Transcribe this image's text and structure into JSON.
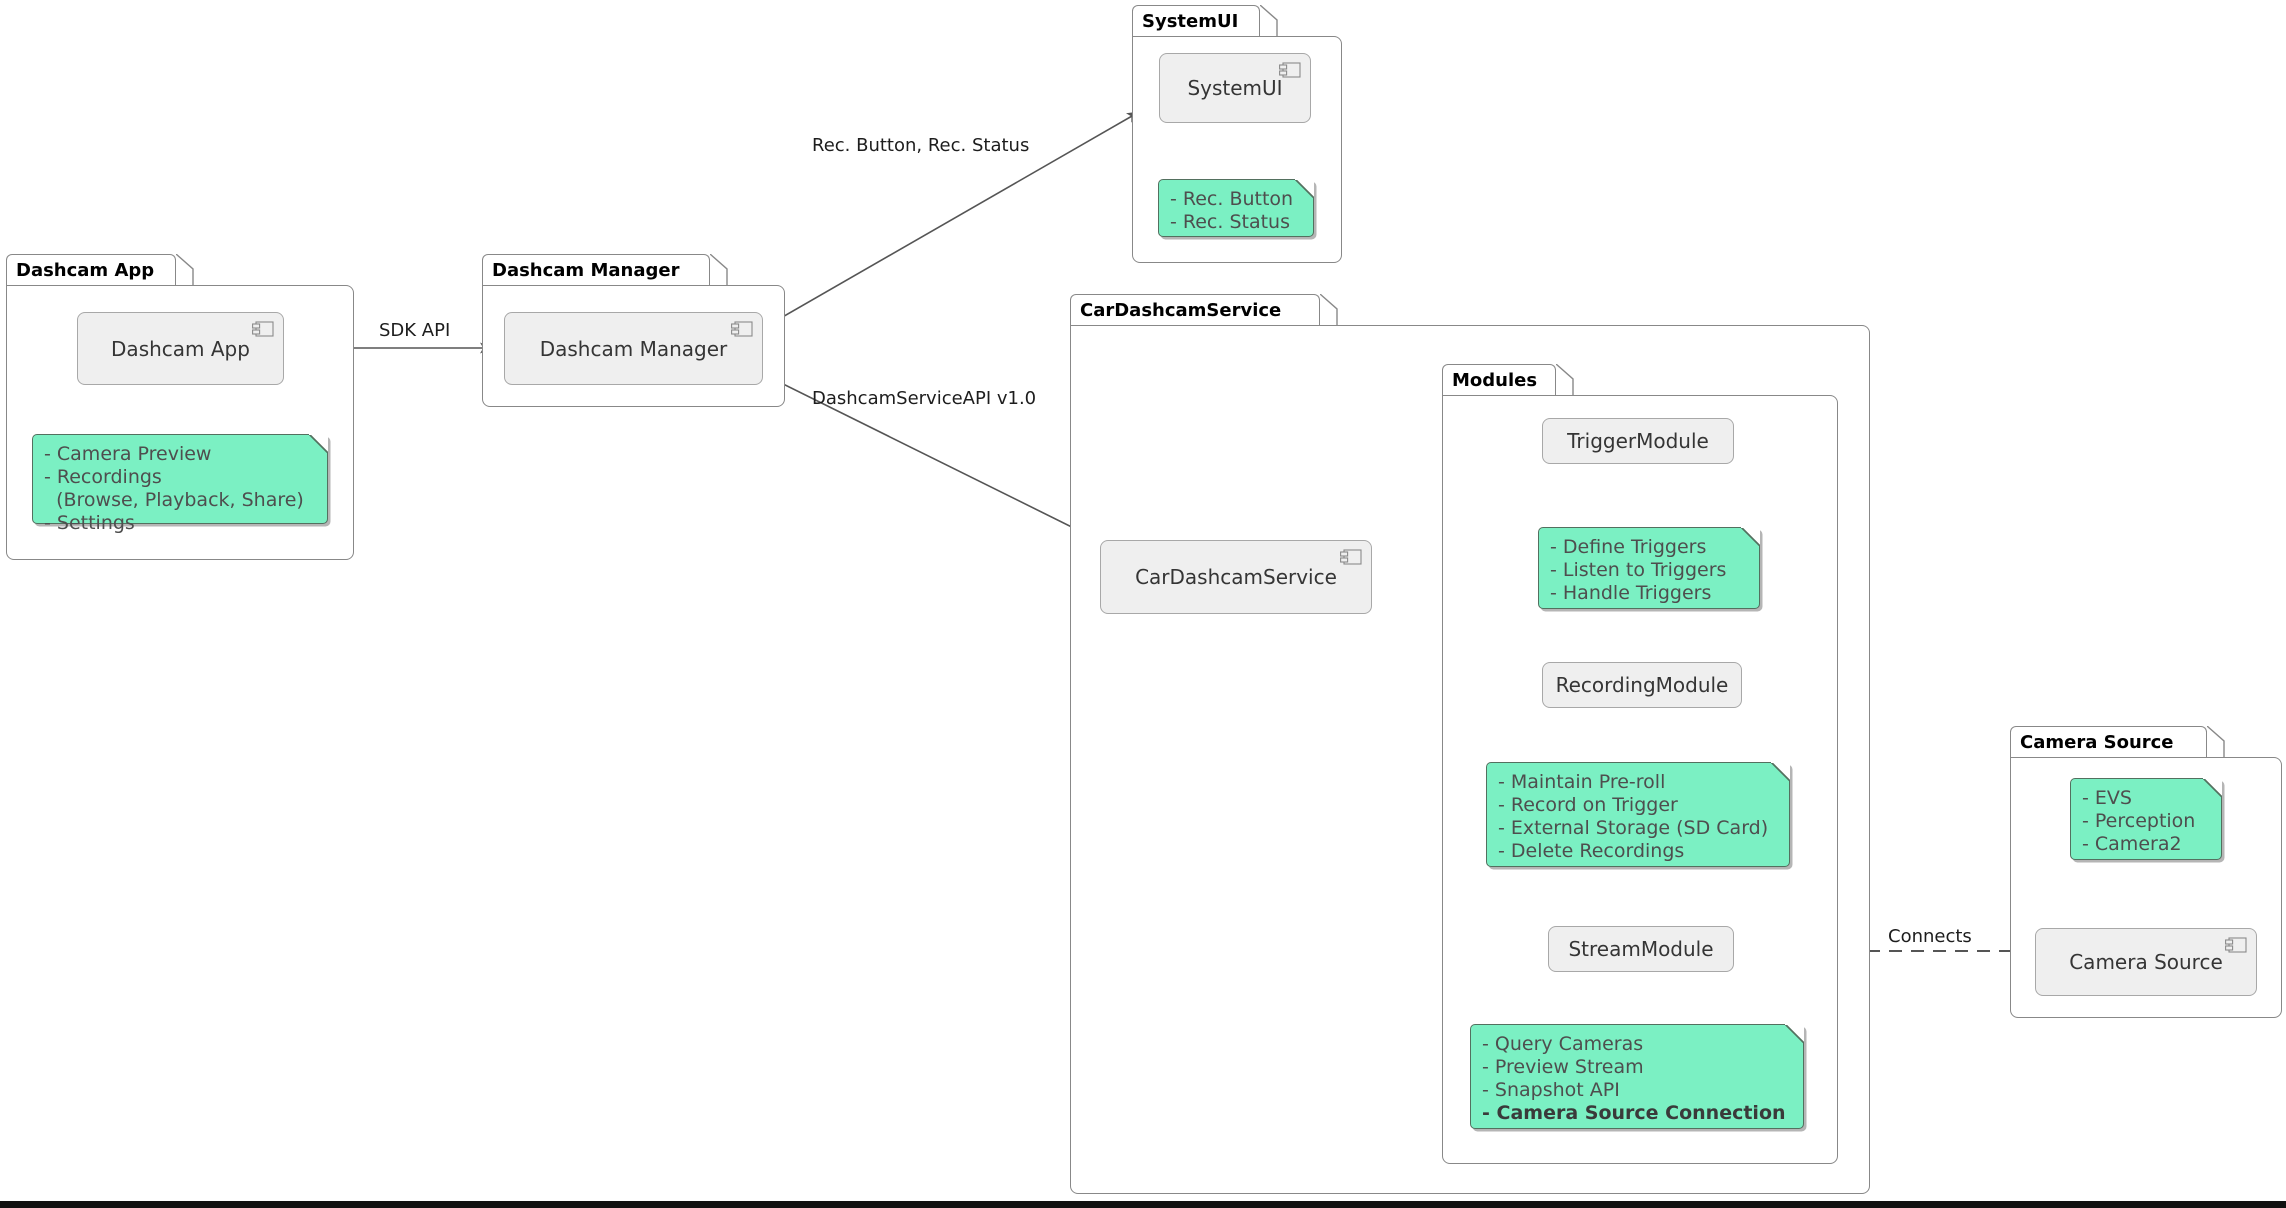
{
  "diagram": {
    "type": "uml-component-diagram",
    "title": "Dashcam Architecture",
    "colors": {
      "note_fill": "#7BF0C3",
      "note_border": "#53705f",
      "component_fill": "#efefef",
      "component_border": "#a8a8a8",
      "package_border": "#888888",
      "edge": "#555555",
      "text": "#353535"
    }
  },
  "packages": [
    {
      "id": "dashcam-app",
      "label": "Dashcam App"
    },
    {
      "id": "dashcam-manager",
      "label": "Dashcam Manager"
    },
    {
      "id": "systemui",
      "label": "SystemUI"
    },
    {
      "id": "cardashcamservice",
      "label": "CarDashcamService"
    },
    {
      "id": "modules",
      "label": "Modules"
    },
    {
      "id": "camera-source",
      "label": "Camera Source"
    }
  ],
  "components": [
    {
      "id": "dashcam-app",
      "label": "Dashcam App",
      "icon": "component-icon"
    },
    {
      "id": "dashcam-manager",
      "label": "Dashcam Manager",
      "icon": "component-icon"
    },
    {
      "id": "systemui",
      "label": "SystemUI",
      "icon": "component-icon"
    },
    {
      "id": "cardashcamservice",
      "label": "CarDashcamService",
      "icon": "component-icon"
    },
    {
      "id": "triggermodule",
      "label": "TriggerModule",
      "icon": "none"
    },
    {
      "id": "recordingmodule",
      "label": "RecordingModule",
      "icon": "none"
    },
    {
      "id": "streammodule",
      "label": "StreamModule",
      "icon": "none"
    },
    {
      "id": "camera-source",
      "label": "Camera Source",
      "icon": "component-icon"
    }
  ],
  "notes": [
    {
      "id": "note-dashcam-app",
      "attached_to": "dashcam-app",
      "lines": [
        {
          "text": "- Camera Preview",
          "bold": false
        },
        {
          "text": "- Recordings",
          "bold": false
        },
        {
          "text": "  (Browse, Playback, Share)",
          "bold": false
        },
        {
          "text": "- Settings",
          "bold": false
        }
      ]
    },
    {
      "id": "note-systemui",
      "attached_to": "systemui",
      "lines": [
        {
          "text": "- Rec. Button",
          "bold": false
        },
        {
          "text": "- Rec. Status",
          "bold": false
        }
      ]
    },
    {
      "id": "note-triggermodule",
      "attached_to": "triggermodule",
      "lines": [
        {
          "text": "- Define Triggers",
          "bold": false
        },
        {
          "text": "- Listen to Triggers",
          "bold": false
        },
        {
          "text": "- Handle Triggers",
          "bold": false
        }
      ]
    },
    {
      "id": "note-recordingmodule",
      "attached_to": "recordingmodule",
      "lines": [
        {
          "text": "- Maintain Pre-roll",
          "bold": false
        },
        {
          "text": "- Record on Trigger",
          "bold": false
        },
        {
          "text": "- External Storage (SD Card)",
          "bold": false
        },
        {
          "text": "- Delete Recordings",
          "bold": false
        }
      ]
    },
    {
      "id": "note-streammodule",
      "attached_to": "streammodule",
      "lines": [
        {
          "text": "- Query Cameras",
          "bold": false
        },
        {
          "text": "- Preview Stream",
          "bold": false
        },
        {
          "text": "- Snapshot API",
          "bold": false
        },
        {
          "text": "- Camera Source Connection",
          "bold": true
        }
      ]
    },
    {
      "id": "note-camera-source",
      "attached_to": "camera-source",
      "lines": [
        {
          "text": "- EVS",
          "bold": false
        },
        {
          "text": "- Perception",
          "bold": false
        },
        {
          "text": "- Camera2",
          "bold": false
        }
      ]
    }
  ],
  "edges": [
    {
      "id": "edge-sdk-api",
      "from": "dashcam-app",
      "to": "dashcam-manager",
      "label": "SDK API",
      "style": "solid-arrow"
    },
    {
      "id": "edge-rec",
      "from": "dashcam-manager",
      "to": "systemui",
      "label": "Rec. Button, Rec. Status",
      "style": "solid-arrow"
    },
    {
      "id": "edge-serviceapi",
      "from": "dashcam-manager",
      "to": "cardashcamservice",
      "label": "DashcamServiceAPI v1.0",
      "style": "solid-arrow"
    },
    {
      "id": "edge-trigger",
      "from": "cardashcamservice",
      "to": "triggermodule",
      "label": "",
      "style": "solid-arrow"
    },
    {
      "id": "edge-recording",
      "from": "cardashcamservice",
      "to": "recordingmodule",
      "label": "",
      "style": "solid-arrow"
    },
    {
      "id": "edge-stream",
      "from": "cardashcamservice",
      "to": "streammodule",
      "label": "",
      "style": "solid-arrow-curved"
    },
    {
      "id": "edge-connects",
      "from": "streammodule",
      "to": "camera-source",
      "label": "Connects",
      "style": "dashed"
    }
  ],
  "edge_labels": {
    "sdk_api": "SDK API",
    "rec": "Rec. Button, Rec. Status",
    "service_api": "DashcamServiceAPI v1.0",
    "connects": "Connects"
  }
}
